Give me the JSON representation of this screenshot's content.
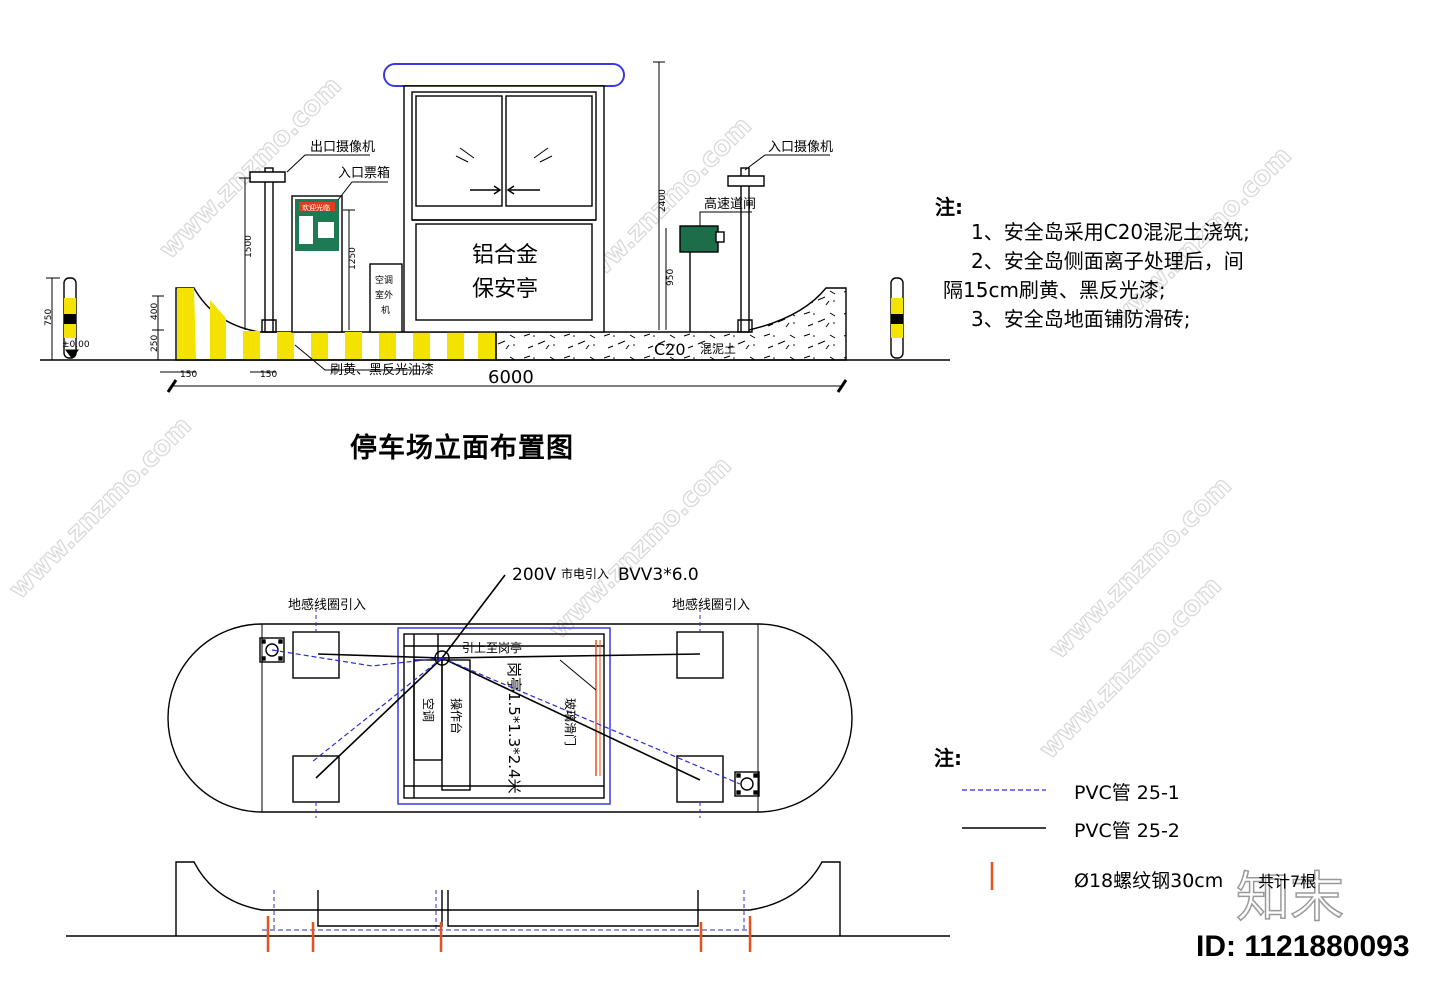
{
  "elevation": {
    "title": "停车场立面布置图",
    "labels": {
      "exit_camera": "出口摄像机",
      "entry_ticket_box": "入口票箱",
      "entry_camera": "入口摄像机",
      "barrier_gate": "高速道闸",
      "booth_material": "铝合金",
      "booth_name": "保安亭",
      "ac_unit_1": "空调",
      "ac_unit_2": "室外",
      "ac_unit_3": "机",
      "ticket_screen": "欢迎光临",
      "paint": "刷黄、黑反光油漆",
      "concrete_grade": "C20",
      "concrete_word": "混泥土"
    },
    "dimensions": {
      "width_total": "6000",
      "h_750": "750",
      "h_400": "400",
      "h_250": "250",
      "level": "±0.00",
      "h_1500": "1500",
      "h_1250": "1250",
      "h_2400": "2400",
      "h_950": "950",
      "w_150a": "150",
      "w_150b": "150"
    }
  },
  "notes_top": {
    "heading": "注:",
    "lines": [
      "1、安全岛采用C20混泥土浇筑;",
      "2、安全岛侧面离子处理后，间",
      "隔15cm刷黄、黑反光漆;",
      "3、安全岛地面铺防滑砖;"
    ]
  },
  "plan": {
    "power_in_voltage": "200V",
    "power_in_text": "市电引入",
    "power_in_cable": "BVV3*6.0",
    "loop_left": "地感线圈引入",
    "loop_right": "地感线圈引入",
    "lead_up": "引上至岗亭",
    "booth_size": "岗亭1.5*1.3*2.4米",
    "console": "操作台",
    "ac": "空调",
    "sliding_door": "玻璃滑门"
  },
  "legend": {
    "heading": "注:",
    "items": [
      {
        "label": "PVC管 25-1",
        "style": "dashed",
        "color": "#2b2bd0"
      },
      {
        "label": "PVC管 25-2",
        "style": "solid",
        "color": "#000000"
      },
      {
        "label": "Ø18螺纹钢30cm",
        "style": "rebar",
        "color": "#e8521e"
      }
    ],
    "rebar_count": "共计7根"
  },
  "watermarks": {
    "url": "www.znzmo.com",
    "brand": "知末"
  },
  "id_tag": "ID: 1121880093",
  "colors": {
    "stripe_yellow": "#f4e300",
    "booth_frame": "#3a3adf",
    "rebar": "#e8521e",
    "gate_green": "#1d6d4a",
    "ticket_box_green": "#1e7a52",
    "ticket_screen_red": "#e23b1d"
  }
}
